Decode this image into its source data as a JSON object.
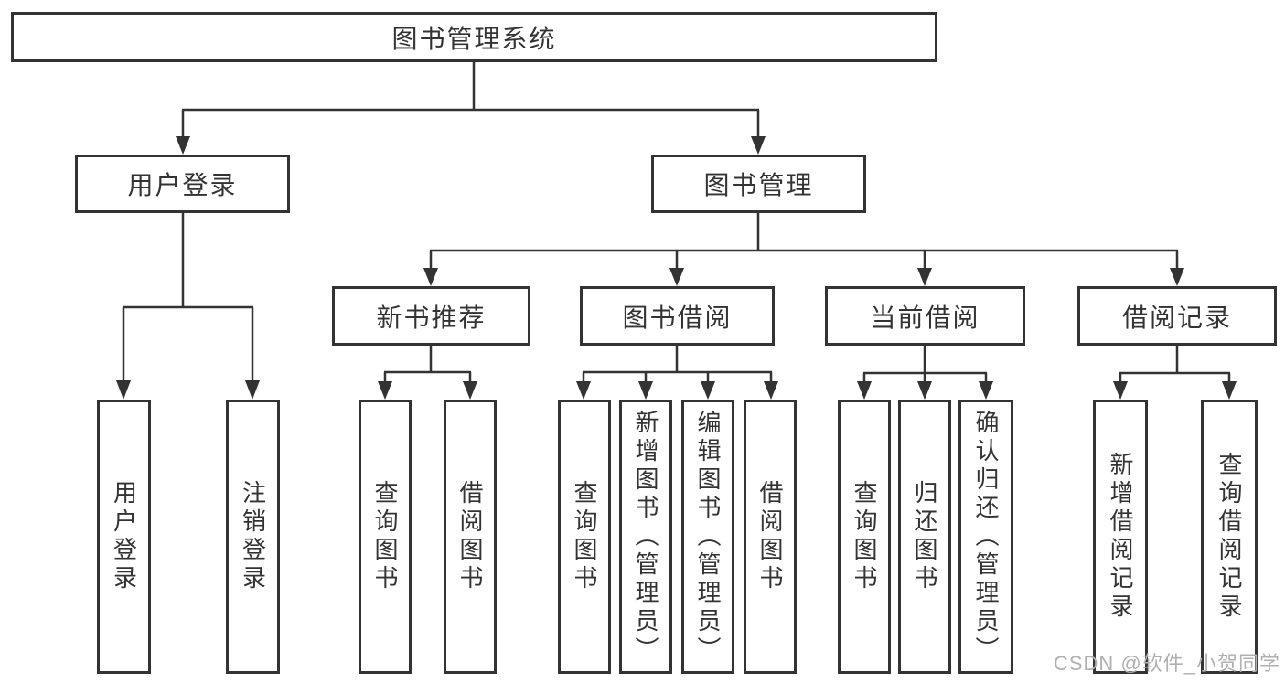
{
  "nodes": {
    "root": {
      "label": "图书管理系统"
    },
    "user_login": {
      "label": "用户登录"
    },
    "book_mgmt": {
      "label": "图书管理"
    },
    "new_book_rec": {
      "label": "新书推荐"
    },
    "book_borrow": {
      "label": "图书借阅"
    },
    "current_borrow": {
      "label": "当前借阅"
    },
    "borrow_records": {
      "label": "借阅记录"
    },
    "leaf_user_login": {
      "label": "用户登录"
    },
    "leaf_logout": {
      "label": "注销登录"
    },
    "leaf_query_books_1": {
      "label": "查询图书"
    },
    "leaf_borrow_books_1": {
      "label": "借阅图书"
    },
    "leaf_query_books_2": {
      "label": "查询图书"
    },
    "leaf_add_book": {
      "label": "新增图书（管理员）"
    },
    "leaf_edit_book": {
      "label": "编辑图书（管理员）"
    },
    "leaf_borrow_books_2": {
      "label": "借阅图书"
    },
    "leaf_query_books_3": {
      "label": "查询图书"
    },
    "leaf_return_book": {
      "label": "归还图书"
    },
    "leaf_confirm_return": {
      "label": "确认归还（管理员）"
    },
    "leaf_add_record": {
      "label": "新增借阅记录"
    },
    "leaf_query_record": {
      "label": "查询借阅记录"
    }
  },
  "edges": [
    [
      "root",
      "user_login"
    ],
    [
      "root",
      "book_mgmt"
    ],
    [
      "user_login",
      "leaf_user_login"
    ],
    [
      "user_login",
      "leaf_logout"
    ],
    [
      "book_mgmt",
      "new_book_rec"
    ],
    [
      "book_mgmt",
      "book_borrow"
    ],
    [
      "book_mgmt",
      "current_borrow"
    ],
    [
      "book_mgmt",
      "borrow_records"
    ],
    [
      "new_book_rec",
      "leaf_query_books_1"
    ],
    [
      "new_book_rec",
      "leaf_borrow_books_1"
    ],
    [
      "book_borrow",
      "leaf_query_books_2"
    ],
    [
      "book_borrow",
      "leaf_add_book"
    ],
    [
      "book_borrow",
      "leaf_edit_book"
    ],
    [
      "book_borrow",
      "leaf_borrow_books_2"
    ],
    [
      "current_borrow",
      "leaf_query_books_3"
    ],
    [
      "current_borrow",
      "leaf_return_book"
    ],
    [
      "current_borrow",
      "leaf_confirm_return"
    ],
    [
      "borrow_records",
      "leaf_add_record"
    ],
    [
      "borrow_records",
      "leaf_query_record"
    ]
  ],
  "watermark": {
    "text": "CSDN @软件_小贺同学"
  },
  "colors": {
    "line": "#333333",
    "text": "#333333",
    "node_fill": "#ffffff",
    "background": "#ffffff",
    "watermark_text": "#b0b0b0"
  }
}
